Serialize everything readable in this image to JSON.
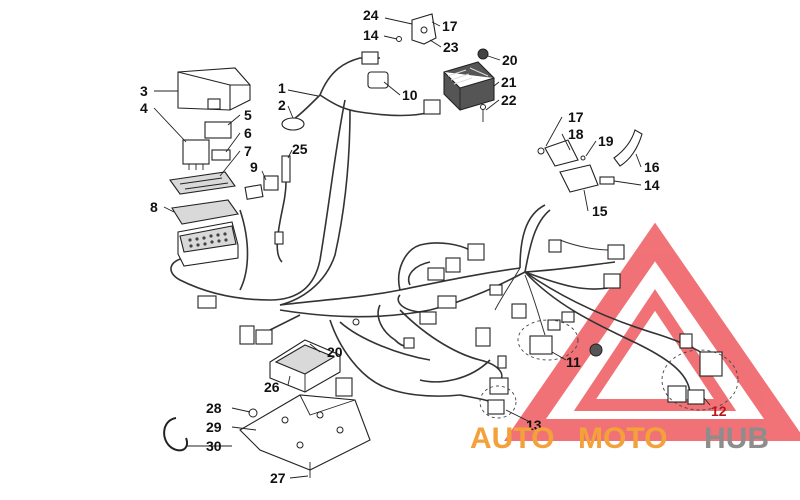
{
  "callouts": {
    "c1": "1",
    "c2": "2",
    "c3": "3",
    "c4": "4",
    "c5": "5",
    "c6": "6",
    "c7": "7",
    "c8": "8",
    "c9": "9",
    "c10": "10",
    "c11": "11",
    "c12": "12",
    "c13": "13",
    "c14a": "14",
    "c14b": "14",
    "c15": "15",
    "c16": "16",
    "c17a": "17",
    "c17b": "17",
    "c18": "18",
    "c19": "19",
    "c20a": "20",
    "c20b": "20",
    "c21": "21",
    "c22": "22",
    "c23": "23",
    "c24": "24",
    "c25": "25",
    "c26": "26",
    "c27": "27",
    "c28": "28",
    "c29": "29",
    "c30": "30"
  },
  "watermark": {
    "part1": "AUTO",
    "part2": "MOTO",
    "part3": "HUB",
    "color_orange": "#f3a23a",
    "color_grey": "#8d8d8d",
    "color_red": "#e8333a"
  }
}
